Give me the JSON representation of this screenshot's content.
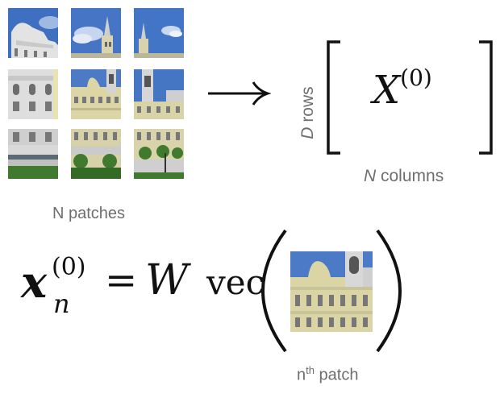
{
  "image_grid": {
    "rows": 3,
    "cols": 3,
    "sky_color": "#3f6fc0",
    "facade_color": "#dcd6a8",
    "stone_color": "#e6e6e6",
    "garden_color": "#3f7a2e"
  },
  "left_caption": "N patches",
  "matrix": {
    "symbol": "X",
    "superscript": "(0)",
    "rows_label_italic": "D",
    "rows_label_rest": " rows",
    "cols_label_italic": "N",
    "cols_label_rest": " columns"
  },
  "equation": {
    "lhs_symbol": "x",
    "lhs_sub": "n",
    "lhs_sup": "(0)",
    "equals": "=",
    "weight": "W",
    "operator": "vec"
  },
  "patch_caption": {
    "base": "n",
    "sup": "th",
    "rest": " patch"
  }
}
